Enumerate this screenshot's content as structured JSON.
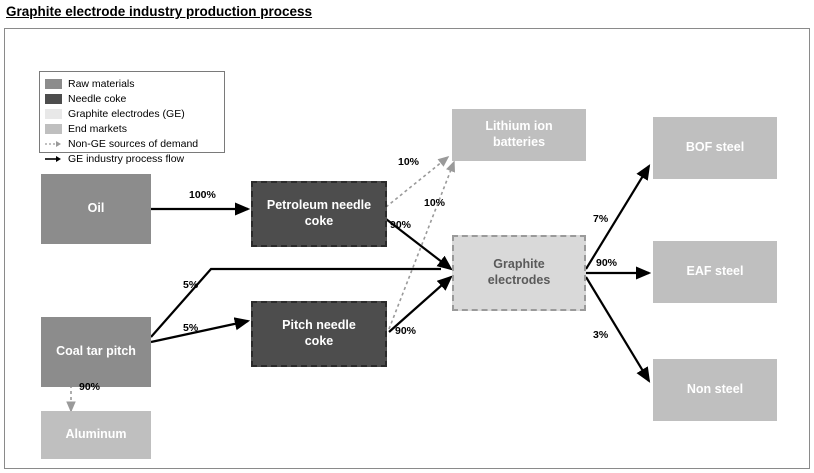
{
  "title": "Graphite electrode industry production process",
  "legend": {
    "items": [
      {
        "label": "Raw materials",
        "type": "swatch",
        "color": "#8c8c8c",
        "icon": "gray-square-icon"
      },
      {
        "label": "Needle coke",
        "type": "swatch",
        "color": "#4d4d4d",
        "icon": "dark-gray-square-icon"
      },
      {
        "label": "Graphite electrodes (GE)",
        "type": "swatch",
        "color": "#e8e8e8",
        "icon": "light-gray-square-icon"
      },
      {
        "label": "End markets",
        "type": "swatch",
        "color": "#bfbfbf",
        "icon": "medium-gray-square-icon"
      },
      {
        "label": "Non-GE sources of demand",
        "type": "dashed-arrow",
        "color": "#9a9a9a",
        "icon": "dashed-arrow-icon"
      },
      {
        "label": "GE industry process flow",
        "type": "solid-arrow",
        "color": "#000000",
        "icon": "solid-arrow-icon"
      }
    ]
  },
  "nodes": [
    {
      "id": "oil",
      "label": "Oil",
      "category": "raw"
    },
    {
      "id": "coal-tar-pitch",
      "label": "Coal tar pitch",
      "category": "raw"
    },
    {
      "id": "aluminum",
      "label": "Aluminum",
      "category": "end-market"
    },
    {
      "id": "petroleum-needle-coke",
      "label": "Petroleum needle\ncoke",
      "category": "needle-coke"
    },
    {
      "id": "pitch-needle-coke",
      "label": "Pitch needle\ncoke",
      "category": "needle-coke"
    },
    {
      "id": "lithium-ion-batteries",
      "label": "Lithium ion\nbatteries",
      "category": "end-market"
    },
    {
      "id": "graphite-electrodes",
      "label": "Graphite\nelectrodes",
      "category": "graphite-electrodes"
    },
    {
      "id": "bof-steel",
      "label": "BOF steel",
      "category": "end-market"
    },
    {
      "id": "eaf-steel",
      "label": "EAF steel",
      "category": "end-market"
    },
    {
      "id": "non-steel",
      "label": "Non steel",
      "category": "end-market"
    }
  ],
  "edges": [
    {
      "from": "oil",
      "to": "petroleum-needle-coke",
      "label": "100%",
      "style": "solid"
    },
    {
      "from": "coal-tar-pitch",
      "to": "aluminum",
      "label": "90%",
      "style": "dashed"
    },
    {
      "from": "coal-tar-pitch",
      "to": "graphite-electrodes",
      "label": "5%",
      "style": "solid"
    },
    {
      "from": "coal-tar-pitch",
      "to": "pitch-needle-coke",
      "label": "5%",
      "style": "solid"
    },
    {
      "from": "petroleum-needle-coke",
      "to": "lithium-ion-batteries",
      "label": "10%",
      "style": "dashed"
    },
    {
      "from": "petroleum-needle-coke",
      "to": "graphite-electrodes",
      "label": "90%",
      "style": "solid"
    },
    {
      "from": "pitch-needle-coke",
      "to": "lithium-ion-batteries",
      "label": "10%",
      "style": "dashed"
    },
    {
      "from": "pitch-needle-coke",
      "to": "graphite-electrodes",
      "label": "90%",
      "style": "solid"
    },
    {
      "from": "graphite-electrodes",
      "to": "bof-steel",
      "label": "7%",
      "style": "solid"
    },
    {
      "from": "graphite-electrodes",
      "to": "eaf-steel",
      "label": "90%",
      "style": "solid"
    },
    {
      "from": "graphite-electrodes",
      "to": "non-steel",
      "label": "3%",
      "style": "solid"
    }
  ]
}
